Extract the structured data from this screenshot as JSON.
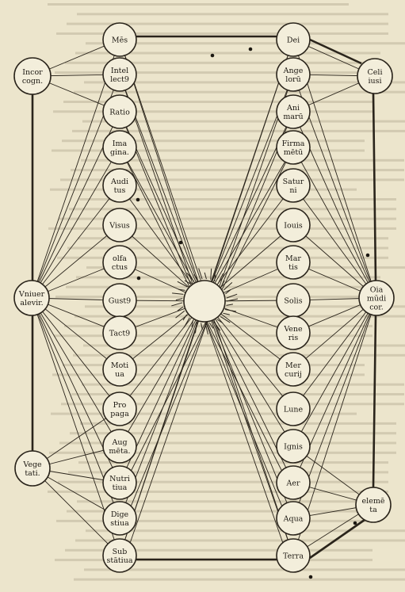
{
  "diagram": {
    "left_column": [
      [
        "Mēs"
      ],
      [
        "Intel",
        "lect9"
      ],
      [
        "Ratio"
      ],
      [
        "Ima",
        "gina."
      ],
      [
        "Audi",
        "tus"
      ],
      [
        "Visus"
      ],
      [
        "olfa",
        "ctus"
      ],
      [
        "Gust9"
      ],
      [
        "Tact9"
      ],
      [
        "Moti",
        "ua"
      ],
      [
        "Pro",
        "paga"
      ],
      [
        "Aug",
        "mēta."
      ],
      [
        "Nutri",
        "tiua"
      ],
      [
        "Dige",
        "stiua"
      ],
      [
        "Sub",
        "stātiua"
      ]
    ],
    "right_column": [
      [
        "Dei"
      ],
      [
        "Ange",
        "lorū"
      ],
      [
        "Ani",
        "marū"
      ],
      [
        "Firma",
        "mētū"
      ],
      [
        "Satur",
        "ni"
      ],
      [
        "Iouis"
      ],
      [
        "Mar",
        "tis"
      ],
      [
        "Solis"
      ],
      [
        "Vene",
        "ris"
      ],
      [
        "Mer",
        "curij"
      ],
      [
        "Lune"
      ],
      [
        "Ignis"
      ],
      [
        "Aer"
      ],
      [
        "Aqua"
      ],
      [
        "Terra"
      ]
    ],
    "side_nodes": {
      "incorporea": [
        "Incor",
        "cogn."
      ],
      "vniuersalis": [
        "Vniuer",
        "alevir."
      ],
      "vegetatiua": [
        "Vege",
        "tati."
      ],
      "celestium": [
        "Celi",
        "iusi"
      ],
      "omnia": [
        "Oia",
        "mūdi",
        "cor."
      ],
      "elementa": [
        "elemē",
        "ta"
      ]
    }
  }
}
